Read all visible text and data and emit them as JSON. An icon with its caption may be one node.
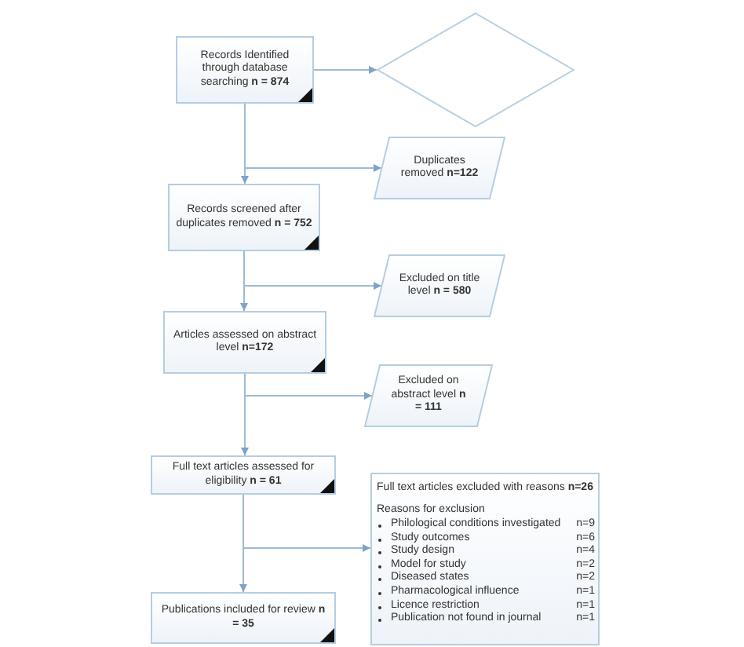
{
  "diagram": {
    "nodes": [
      {
        "text": [
          "Records Identified through database searching **n = 874**"
        ]
      },
      {
        "text": [],
        "shape": "diamond"
      },
      {
        "text": [
          "Duplicates removed **n=122**"
        ]
      },
      {
        "text": [
          "Records screened after duplicates removed **n = 752**"
        ]
      },
      {
        "text": [
          "Excluded on title level **n = 580**"
        ]
      },
      {
        "text": [
          "Articles assessed on abstract level **n=172**"
        ]
      },
      {
        "text": [
          "Excluded on abstract level **n = 111**"
        ]
      },
      {
        "text": [
          "Full text articles assessed for eligibility **n = 61**"
        ]
      },
      {
        "text": [
          "Full text articles excluded with reasons **n=26**",
          "Reasons for exclusion",
          "Philological conditions investigated n=9",
          "Study outcomes n=6",
          "Study design n=4",
          "Model for study n=2",
          "Diseased states n=2",
          "Pharmacological influence n=1",
          "Licence restriction n=1",
          "Publication not found in journal n=1"
        ]
      },
      {
        "text": [
          "Publications included for review **n = 35**"
        ]
      }
    ],
    "edges": [
      {
        "from": 0,
        "to": 1,
        "arrow": "to"
      },
      {
        "from": 0,
        "to": 2,
        "arrow": "to"
      },
      {
        "from": 0,
        "to": 3,
        "arrow": "to"
      },
      {
        "from": 3,
        "to": 4,
        "arrow": "to"
      },
      {
        "from": 3,
        "to": 5,
        "arrow": "to"
      },
      {
        "from": 5,
        "to": 6,
        "arrow": "to"
      },
      {
        "from": 5,
        "to": 7,
        "arrow": "to"
      },
      {
        "from": 7,
        "to": 8,
        "arrow": "to"
      },
      {
        "from": 7,
        "to": 9,
        "arrow": "to"
      }
    ]
  }
}
